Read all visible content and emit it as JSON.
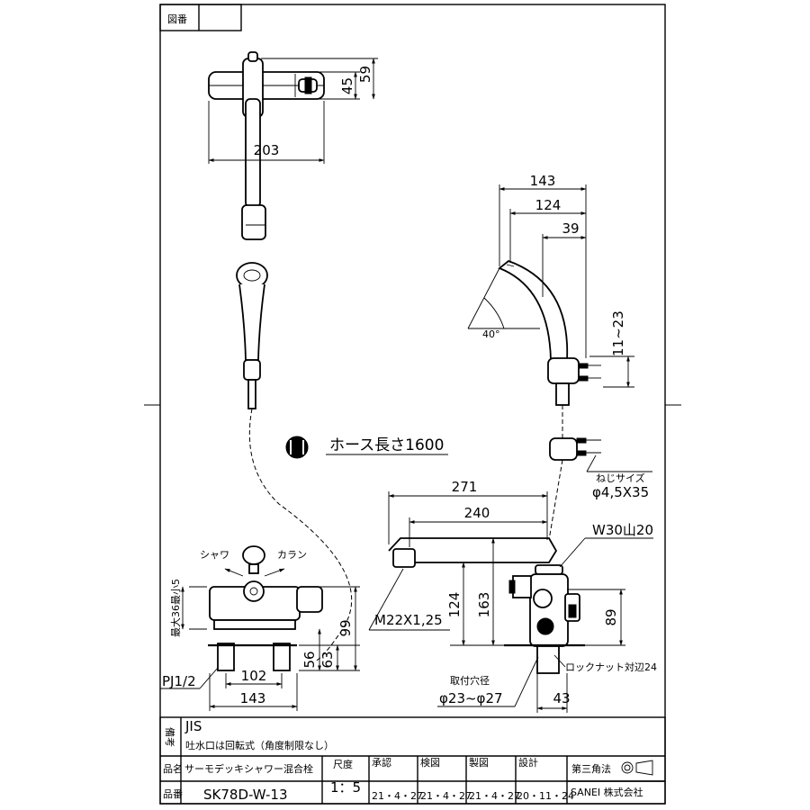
{
  "drawing_no_label": "図番",
  "views": {
    "top": {
      "dim_height_inner": "45",
      "dim_height_outer": "59",
      "dim_width": "203"
    },
    "side": {
      "dim_143": "143",
      "dim_124": "124",
      "dim_39": "39",
      "angle": "40°",
      "dim_range": "11~23",
      "screw_label": "ねじサイズ",
      "screw_value": "φ4,5X35"
    },
    "hose": {
      "label": "ホース長さ1600"
    },
    "front": {
      "left_label": "シャワ",
      "right_label": "カラン",
      "max_min": "最大36最小5",
      "dim_99": "99",
      "dim_63": "63",
      "dim_56": "56",
      "dim_102": "102",
      "dim_143": "143",
      "pipe": "PJ1/2"
    },
    "spout": {
      "dim_271": "271",
      "dim_240": "240",
      "thread": "W30山20",
      "nozzle_thread": "M22X1,25",
      "dim_124": "124",
      "dim_163": "163",
      "dim_89": "89",
      "locknut": "ロックナット対辺24",
      "hole_title": "取付穴径",
      "hole_value": "φ23~φ27",
      "dim_43": "43"
    }
  },
  "title_block": {
    "notes_label": "備考",
    "note_1": "JIS",
    "note_2": "吐水口は回転式（角度制限なし）",
    "name_label": "品名",
    "name_value": "サーモデッキシャワー混合栓",
    "scale_label": "尺度",
    "scale_value": "1：5",
    "approve_label": "承認",
    "approve_date": "21・4・27",
    "check_label": "検図",
    "check_date": "21・4・27",
    "draw_label": "製図",
    "draw_date": "21・4・27",
    "design_label": "設計",
    "design_date": "20・11・24",
    "projection_label": "第三角法",
    "number_label": "品番",
    "number_value": "SK78D-W-13",
    "company": "SANEI 株式会社"
  }
}
